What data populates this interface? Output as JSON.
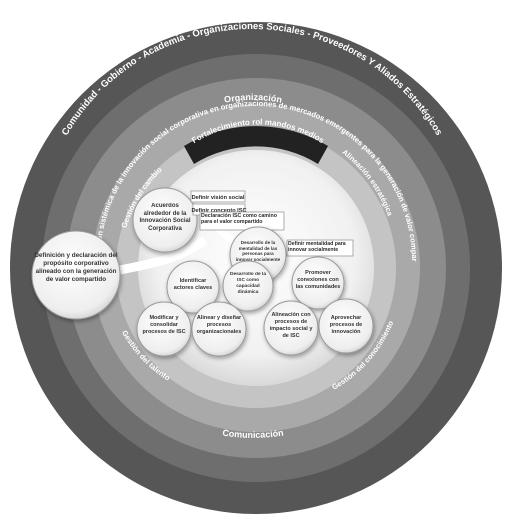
{
  "rings": {
    "outer_stakeholders": "Comunidad - Gobierno - Academia - Organizaciones Sociales - Proveedores Y Aliados Estratégicos",
    "organization_top": "Organización",
    "communication_bottom": "Comunicación",
    "systemic_appropriation": "Apropiación sistémica de la innovación social corporativa en organizaciones de mercados emergentes para la generación de valor compartido",
    "leadership_band": "Fortalecimiento rol mandos medios",
    "change_management": "Gestión del cambio",
    "strategic_alignment": "Alineación estratégica",
    "talent_management": "Gestión del talento",
    "knowledge_management": "Gestión del conocimiento"
  },
  "nodes": {
    "purpose_definition": "Definición y declaración del propósito corporativo alineado con la generación de valor compartido",
    "isc_agreements": "Acuerdos alrededor de la Innovación Social Corporativa",
    "social_vision": "Definir visión social",
    "isc_concept": "Definir concepto ISC",
    "isc_declaration": "Declaración ISC como camino para el valor compartido",
    "mentality_development": "Desarrollo de la mentalidad de las personas para innovar socialmente",
    "innovation_mentality": "Definir mentalidad para innovar socialmente",
    "isc_dynamic_capability": "Desarrollo de la ISC como capacidad dinámica",
    "identify_actors": "Identificar actores claves",
    "promote_connections": "Promover conexiones con las comunidades",
    "modify_processes": "Modificar y consolidar procesos de ISC",
    "align_processes": "Alinear y diseñar procesos organizacionales",
    "impact_alignment": "Alineación con procesos de impacto social y de ISC",
    "leverage_innovation": "Aprovechar procesos de innovación"
  }
}
